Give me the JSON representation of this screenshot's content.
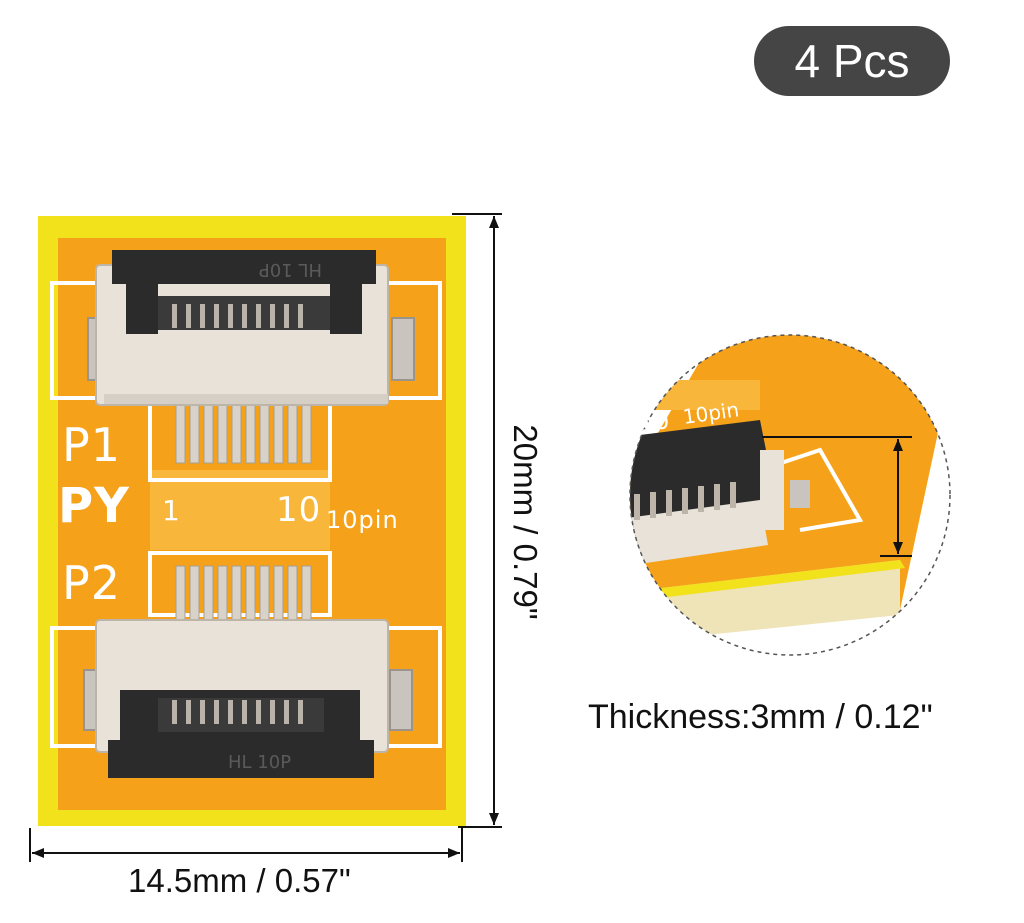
{
  "badge": {
    "text": "4 Pcs"
  },
  "dimensions": {
    "width": "14.5mm / 0.57\"",
    "height": "20mm / 0.79\"",
    "thickness": "Thickness:3mm / 0.12\""
  },
  "board_silkscreen": {
    "p1": "P1",
    "logo": "PY",
    "pin_start": "1",
    "pin_end": "10",
    "pin_count": "10pin",
    "p2": "P2"
  },
  "detail_silkscreen": {
    "pin_label": "10",
    "pin_count": "10pin"
  },
  "connector_markings": {
    "top": "HL 10P",
    "bottom": "HL 10P"
  },
  "colors": {
    "board_orange": "#f5a21a",
    "board_yellow": "#f2e21c",
    "connector_white": "#e9e2d9",
    "connector_black": "#2b2b2b",
    "badge": "#454545"
  }
}
